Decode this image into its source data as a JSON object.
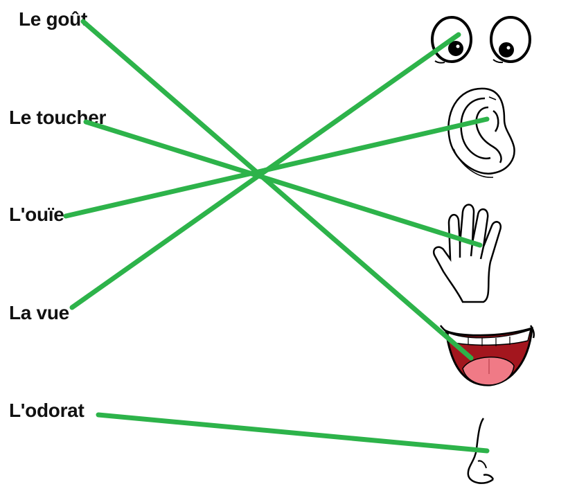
{
  "words": {
    "gout": "Le goût",
    "toucher": "Le toucher",
    "ouie": "L'ouïe",
    "vue": "La vue",
    "odorat": "L'odorat"
  },
  "icons": [
    "eyes-icon",
    "ear-icon",
    "hand-icon",
    "mouth-icon",
    "nose-icon"
  ],
  "matches": [
    {
      "word": "gout",
      "icon": "mouth-icon"
    },
    {
      "word": "toucher",
      "icon": "hand-icon"
    },
    {
      "word": "ouie",
      "icon": "ear-icon"
    },
    {
      "word": "vue",
      "icon": "eyes-icon"
    },
    {
      "word": "odorat",
      "icon": "nose-icon"
    }
  ],
  "colors": {
    "line": "#2db34a",
    "text": "#111111",
    "mouth_inner": "#a3161e",
    "tongue": "#f07a86"
  }
}
